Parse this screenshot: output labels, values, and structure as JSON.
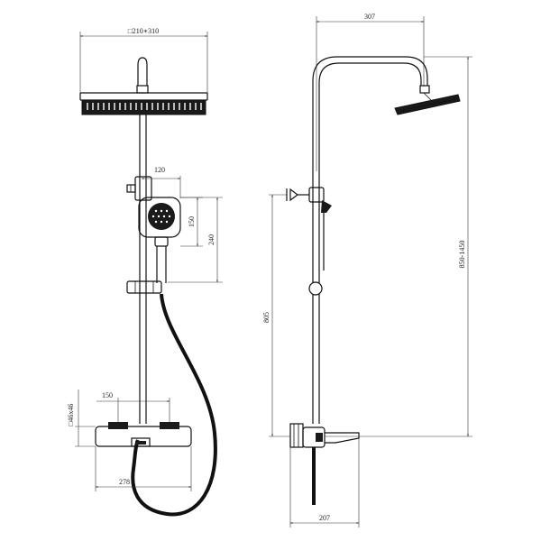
{
  "drawing": {
    "front": {
      "shower_head_size": "□210∗310",
      "handshower_offset": "120",
      "handshower_height": "150",
      "slide_height": "240",
      "valve_spacing": "150",
      "valve_size": "□46x46",
      "valve_width": "278"
    },
    "side": {
      "arm_projection": "307",
      "height_range": "850-1450",
      "outlet_height": "805",
      "spout_projection": "207"
    }
  }
}
